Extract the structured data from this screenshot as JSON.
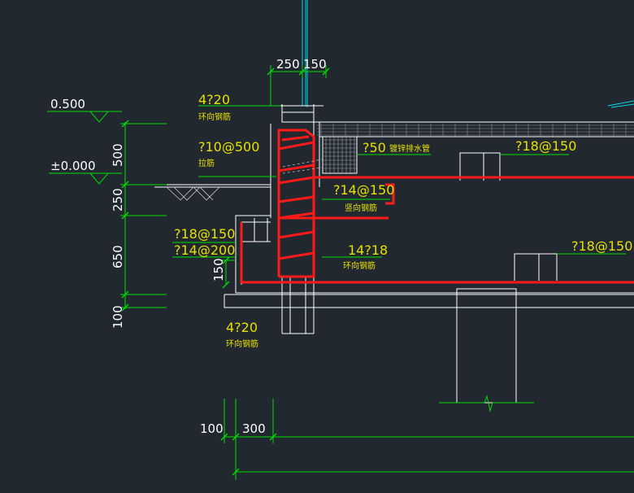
{
  "levels": {
    "top": "0.500",
    "ground": "±0.000"
  },
  "vertical_dims": [
    "500",
    "250",
    "650",
    "100",
    "150"
  ],
  "top_dims": [
    "250",
    "150"
  ],
  "bottom_dims": [
    "100",
    "300"
  ],
  "labels": {
    "bar_top": "4?20",
    "bar_top_note": "环向钢筋",
    "stirrup": "?10@500",
    "stirrup_note": "拉筋",
    "drain": "?50",
    "drain_note": "镀锌排水管",
    "slab_top": "?18@150",
    "wall_vertical": "?14@150",
    "wall_vertical_note": "竖向钢筋",
    "left_a": "?18@150",
    "left_b": "?14@200",
    "wall_ring": "14?18",
    "wall_ring_note": "环向钢筋",
    "slab_bottom": "?18@150",
    "bar_bottom": "4?20",
    "bar_bottom_note": "环向钢筋"
  },
  "colors": {
    "background": "#212830",
    "dimension": "#00e000",
    "text": "#e8e000",
    "rebar": "#ff1a1a",
    "outline": "#ffffff",
    "pipe": "#00d8e8"
  }
}
